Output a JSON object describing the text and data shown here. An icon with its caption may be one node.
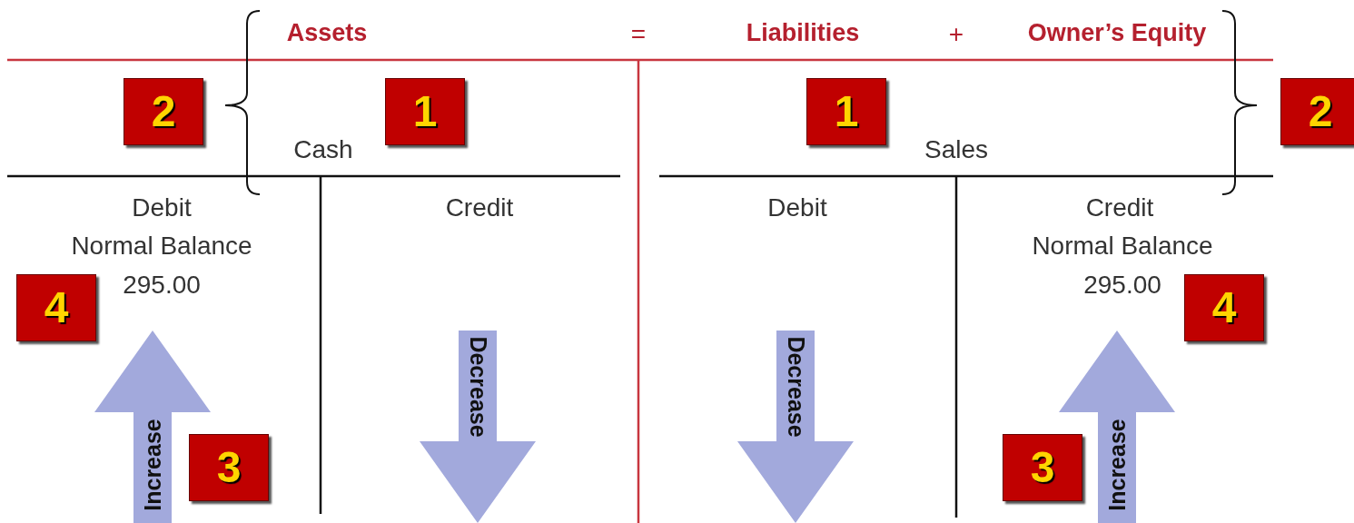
{
  "diagram": {
    "nodes": [
      {
        "text": [
          "Increase"
        ]
      },
      {
        "text": [
          "Decrease"
        ]
      },
      {
        "text": [
          "Decrease"
        ]
      },
      {
        "text": [
          "Increase"
        ]
      }
    ],
    "labels": [
      "Assets",
      "=",
      "Liabilities",
      "+",
      "Owner’s Equity",
      "2",
      "1",
      "1",
      "2",
      "Cash",
      "Sales",
      "Debit",
      "Credit",
      "Debit",
      "Credit",
      "Normal Balance",
      "Normal Balance",
      "295.00",
      "295.00",
      "4",
      "4",
      "3",
      "3"
    ]
  }
}
